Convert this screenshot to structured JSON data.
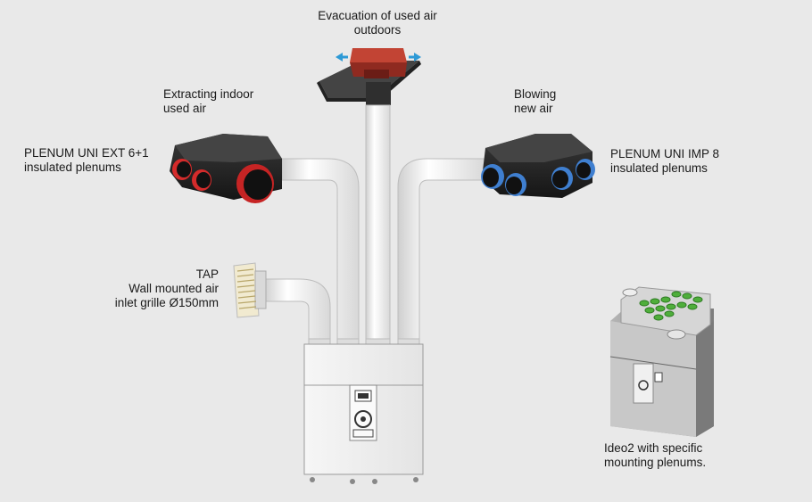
{
  "labels": {
    "evacuation": [
      "Evacuation of used air",
      "outdoors"
    ],
    "extracting": [
      "Extracting indoor",
      "used air"
    ],
    "blowing": [
      "Blowing",
      "new air"
    ],
    "plenum_ext": [
      "PLENUM UNI EXT 6+1",
      "insulated plenums"
    ],
    "plenum_imp": [
      "PLENUM UNI IMP 8",
      "insulated plenums"
    ],
    "tap": [
      "TAP",
      "Wall mounted air",
      "inlet grille Ø150mm"
    ],
    "ideo2": [
      "Ideo2 with specific",
      "mounting plenums."
    ]
  },
  "colors": {
    "background": "#e9e9e9",
    "duct": "#ffffff",
    "extract_collar": "#d42b2b",
    "supply_collar": "#3f7fd0",
    "arrow": "#2e9ad6",
    "plenum_body": "#2a2a2a",
    "roof_cap": "#b33a2e"
  }
}
